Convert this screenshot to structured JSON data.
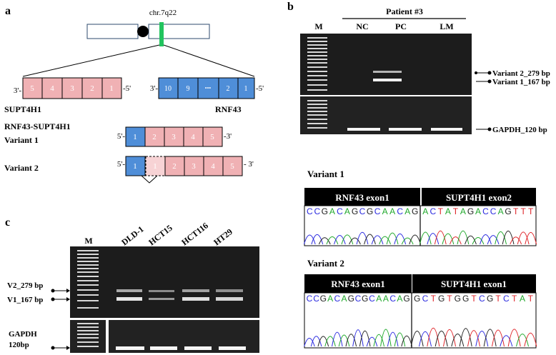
{
  "panels": {
    "a": {
      "letter": "a",
      "chrom_label": "chr.7q22",
      "gene_left": {
        "name": "SUPT4H1",
        "end5": "-5'",
        "end3": "3'-",
        "exons": [
          "5",
          "4",
          "3",
          "2",
          "1"
        ]
      },
      "gene_right": {
        "name": "RNF43",
        "end5": "-5'",
        "end3": "3'-",
        "exons": [
          "10",
          "9",
          "•••",
          "2",
          "1"
        ]
      },
      "fusion_title": "RNF43-SUPT4H1",
      "variant1": {
        "label": "Variant 1",
        "end5": "5'-",
        "end3": "-3'",
        "exons": [
          "1",
          "2",
          "3",
          "4",
          "5"
        ]
      },
      "variant2": {
        "label": "Variant 2",
        "end5": "5'-",
        "end3": "- 3'",
        "exons": [
          "1",
          "1",
          "2",
          "3",
          "4",
          "5"
        ]
      },
      "colors": {
        "blue": "#4f8ed8",
        "pink": "#f0b1b4",
        "green": "#22c45e",
        "centromere": "#000000"
      }
    },
    "b": {
      "letter": "b",
      "patient": "Patient #3",
      "lane_marker": "M",
      "lanes": [
        "NC",
        "PC",
        "LM"
      ],
      "band_labels": [
        "Variant 2_279 bp",
        "Variant 1_167 bp",
        "GAPDH_120 bp"
      ]
    },
    "seq": {
      "variant1": {
        "title": "Variant 1",
        "left_header": "RNF43 exon1",
        "right_header": "SUPT4H1 exon2",
        "left_seq": "CCGACAGCGCAACAG",
        "right_seq": "ACTATAGACCAGTTT"
      },
      "variant2": {
        "title": "Variant 2",
        "left_header": "RNF43 exon1",
        "right_header": "SUPT4H1 exon1",
        "left_seq": "CCGACAGCGCAACAG",
        "right_seq": "GCTGTGGTCGTCTAT"
      },
      "base_colors": {
        "A": "#1fa82a",
        "C": "#2b2be0",
        "G": "#222222",
        "T": "#e0262b"
      }
    },
    "c": {
      "letter": "c",
      "lane_marker": "M",
      "lanes": [
        "DLD-1",
        "HCT15",
        "HCT116",
        "HT29"
      ],
      "band_labels": [
        "V2_279 bp",
        "V1_167 bp"
      ],
      "gapdh_label_1": "GAPDH",
      "gapdh_label_2": "120bp"
    }
  }
}
